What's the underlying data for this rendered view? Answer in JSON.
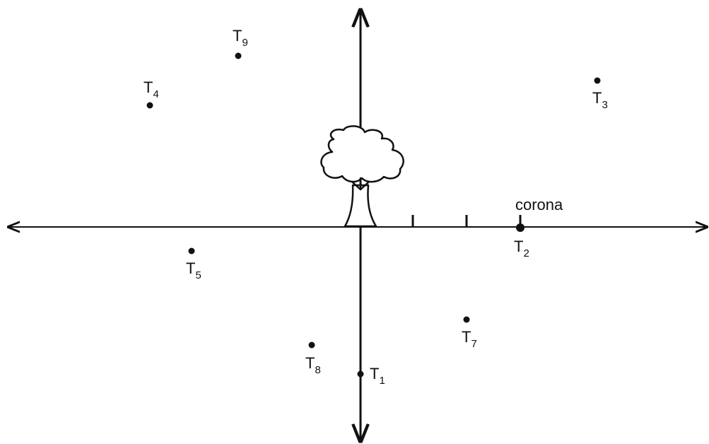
{
  "diagram": {
    "axis_label": "corona",
    "ticks": 3,
    "trees": [
      {
        "letter": "T",
        "sub": "1"
      },
      {
        "letter": "T",
        "sub": "2"
      },
      {
        "letter": "T",
        "sub": "3"
      },
      {
        "letter": "T",
        "sub": "4"
      },
      {
        "letter": "T",
        "sub": "5"
      },
      {
        "letter": "T",
        "sub": "7"
      },
      {
        "letter": "T",
        "sub": "8"
      },
      {
        "letter": "T",
        "sub": "9"
      }
    ]
  },
  "colors": {
    "ink": "#111111",
    "background": "#ffffff"
  }
}
